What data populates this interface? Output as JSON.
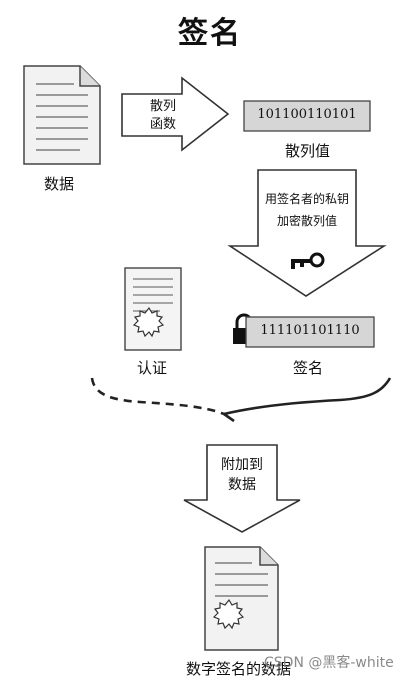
{
  "title": "签名",
  "data_label": "数据",
  "hash_arrow_label": [
    "散列",
    "函数"
  ],
  "hash_bits": "101100110101",
  "hash_value_label": "散列值",
  "encrypt_arrow_label": [
    "用签名者的私钥",
    "加密散列值"
  ],
  "certificate_label": "认证",
  "signature_bits": "111101101110",
  "signature_label": "签名",
  "attach_arrow_label": [
    "附加到",
    "数据"
  ],
  "signed_data_label": "数字签名的数据",
  "watermark": "CSDN @黑客-white",
  "icons": [
    "document-icon",
    "right-arrow-icon",
    "down-arrow-icon",
    "key-icon",
    "certificate-icon",
    "lock-icon",
    "seal-icon"
  ]
}
